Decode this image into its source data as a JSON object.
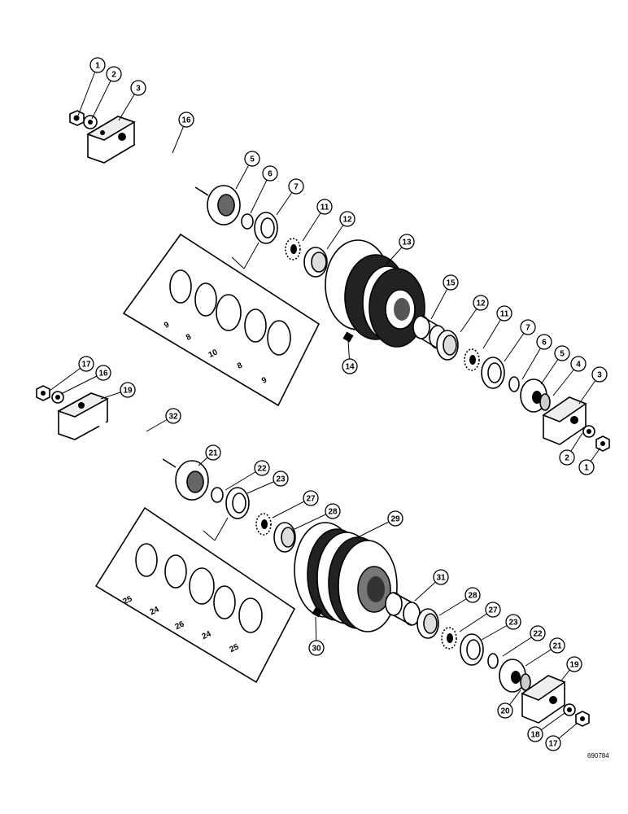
{
  "diagram": {
    "drawing_id": "690784",
    "upper_assembly": {
      "callouts": [
        "1",
        "2",
        "3",
        "16",
        "5",
        "6",
        "7",
        "11",
        "12",
        "13",
        "15",
        "12",
        "11",
        "7",
        "6",
        "5",
        "4",
        "3",
        "2",
        "1",
        "14"
      ],
      "seal_kit_labels": [
        "9",
        "8",
        "10",
        "8",
        "9"
      ]
    },
    "lower_assembly": {
      "callouts": [
        "17",
        "16",
        "19",
        "32",
        "21",
        "22",
        "23",
        "27",
        "28",
        "29",
        "31",
        "28",
        "27",
        "23",
        "22",
        "21",
        "19",
        "20",
        "18",
        "17",
        "30"
      ],
      "seal_kit_labels": [
        "25",
        "24",
        "26",
        "24",
        "25"
      ]
    }
  }
}
